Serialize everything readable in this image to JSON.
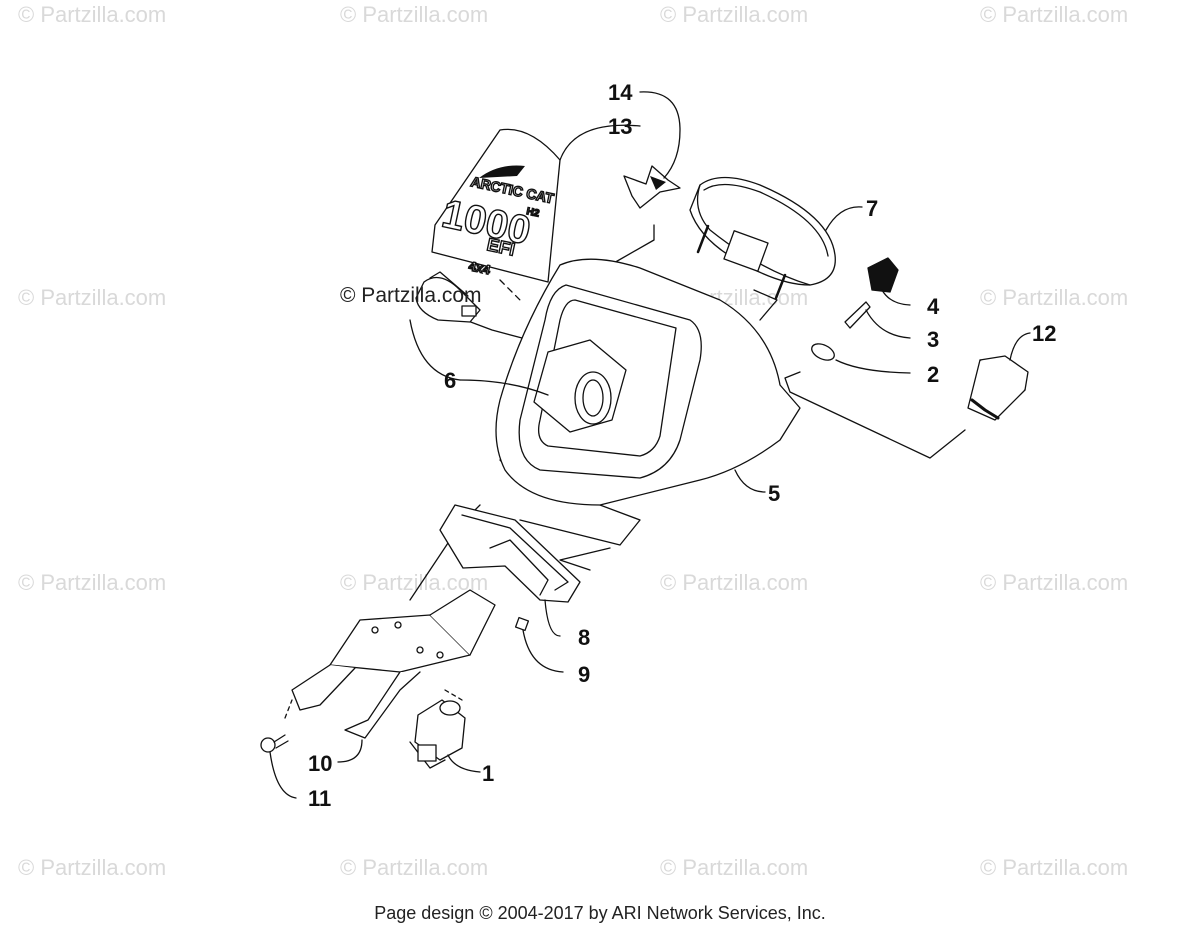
{
  "watermark_text": "© Partzilla.com",
  "brand_text": "© Partzilla.com",
  "footer_text": "Page design © 2004-2017 by ARI Network Services, Inc.",
  "decal": {
    "brand": "ARCTIC CAT",
    "model": "1000",
    "suffix": "H2",
    "efi": "EFI",
    "drive": "4x4"
  },
  "callouts": {
    "c1": "1",
    "c2": "2",
    "c3": "3",
    "c4": "4",
    "c5": "5",
    "c6": "6",
    "c7": "7",
    "c8": "8",
    "c9": "9",
    "c10": "10",
    "c11": "11",
    "c12": "12",
    "c13": "13",
    "c14": "14"
  },
  "colors": {
    "line": "#111111",
    "watermark": "#d9d9d9",
    "background": "#ffffff"
  }
}
